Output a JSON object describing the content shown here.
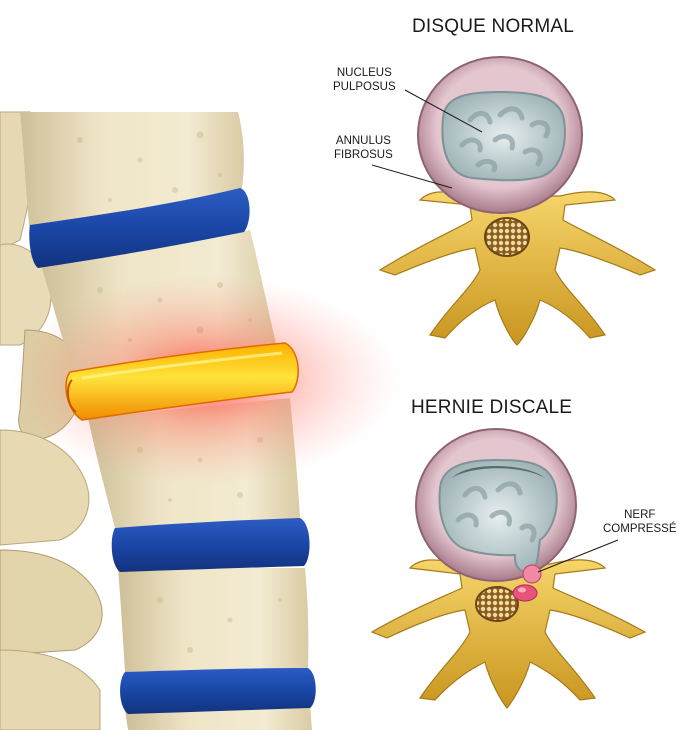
{
  "titles": {
    "normal": "DISQUE NORMAL",
    "hernia": "HERNIE DISCALE"
  },
  "labels": {
    "nucleus": [
      "NUCLEUS",
      "PULPOSUS"
    ],
    "annulus": [
      "ANNULUS",
      "FIBROSUS"
    ],
    "nerve": [
      "NERF",
      "COMPRESSÉ"
    ]
  },
  "colors": {
    "bone": "#E9DDB8",
    "disc_blue": "#1F4AA8",
    "disc_inflamed": "#F5B800",
    "glow": "#FF3B2F",
    "annulus_ring": "#B8899A",
    "nucleus_gel": "#C9D6D8",
    "vertebra_gold": "#E0B035",
    "nerve_pink": "#E9547A"
  }
}
